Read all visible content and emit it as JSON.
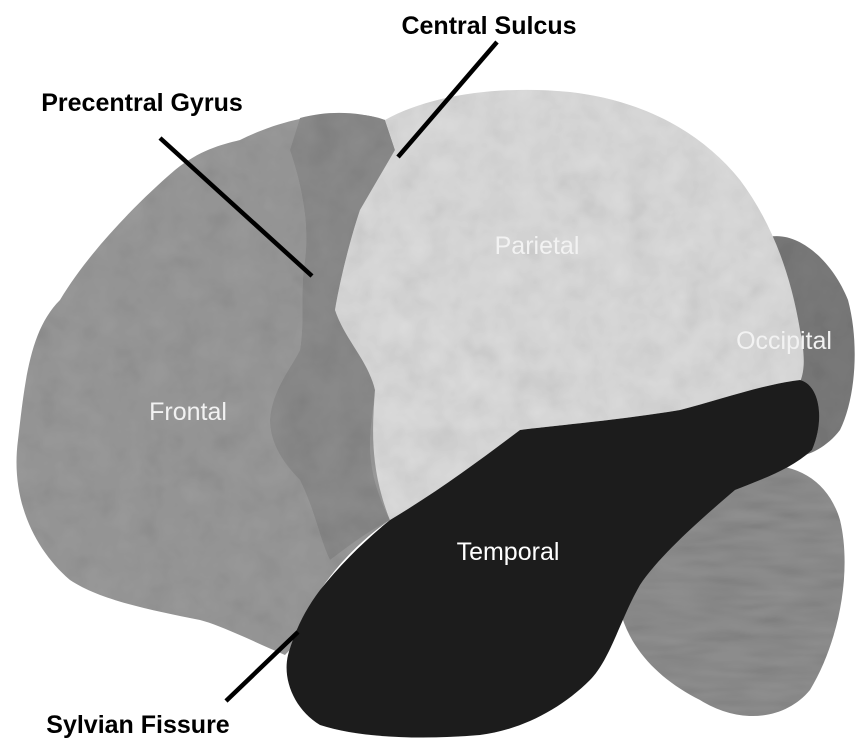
{
  "regions": {
    "frontal": {
      "label": "Frontal",
      "color": "#9a9a9a"
    },
    "precentral": {
      "label": "Precentral Gyrus",
      "color": "#8c8c8c"
    },
    "parietal": {
      "label": "Parietal",
      "color": "#dcdcdc"
    },
    "occipital": {
      "label": "Occipital",
      "color": "#7b7b7b"
    },
    "temporal": {
      "label": "Temporal",
      "color": "#1e1e1e"
    },
    "cerebellum": {
      "color": "#909090"
    }
  },
  "callouts": {
    "central_sulcus": "Central Sulcus",
    "precentral_gyrus": "Precentral Gyrus",
    "sylvian_fissure": "Sylvian Fissure"
  },
  "colors": {
    "background": "#ffffff",
    "callout_line": "#000000",
    "light_label": "#f2f2f2",
    "temporal_label": "#ffffff"
  }
}
